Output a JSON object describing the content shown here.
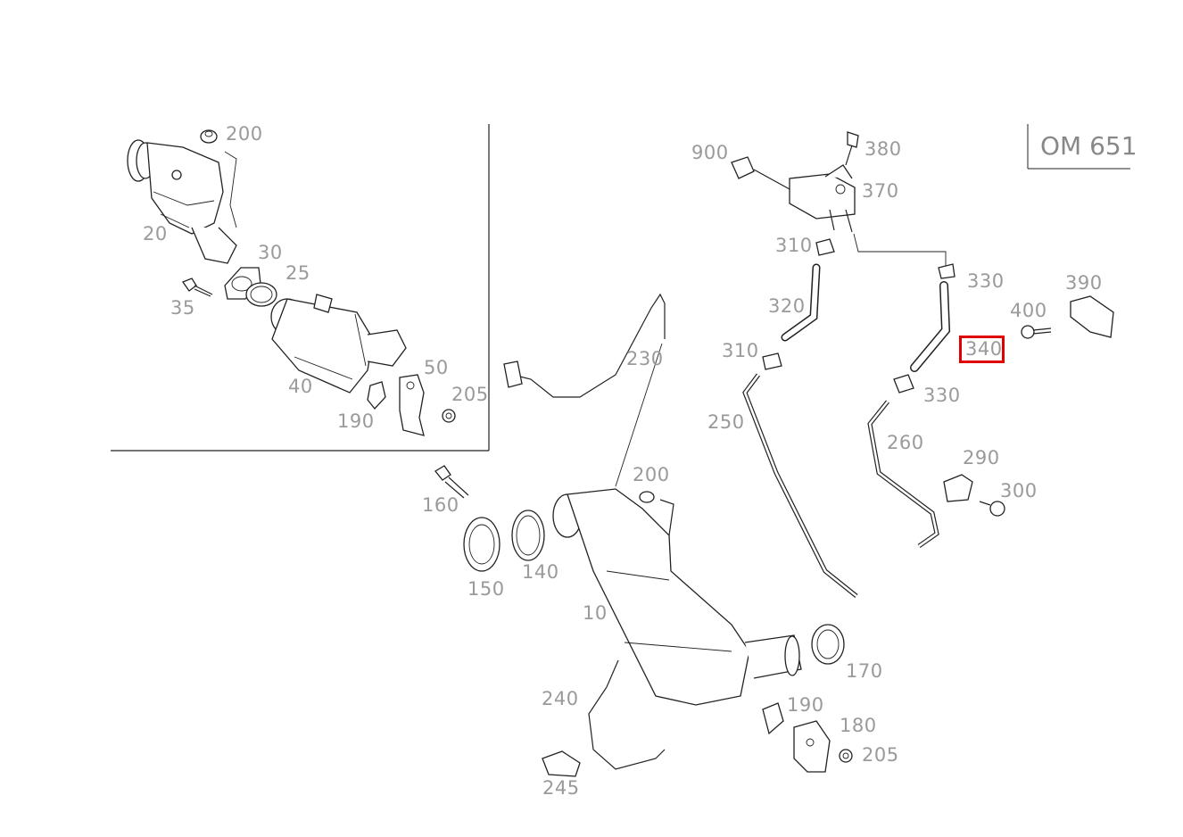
{
  "diagram": {
    "engine_label": "OM 651",
    "highlight_color": "#e00000",
    "selected_callout": "340",
    "callouts": {
      "p200_inset": "200",
      "p20": "20",
      "p30": "30",
      "p25": "25",
      "p35": "35",
      "p40": "40",
      "p50": "50",
      "p205_inset": "205",
      "p190_inset": "190",
      "p900": "900",
      "p380": "380",
      "p370": "370",
      "p310_top": "310",
      "p330_top": "330",
      "p390": "390",
      "p320": "320",
      "p400": "400",
      "p310_mid": "310",
      "p340": "340",
      "p330_mid": "330",
      "p230": "230",
      "p250": "250",
      "p260": "260",
      "p290": "290",
      "p300": "300",
      "p200": "200",
      "p160": "160",
      "p150": "150",
      "p140": "140",
      "p10": "10",
      "p170": "170",
      "p240": "240",
      "p190": "190",
      "p180": "180",
      "p205": "205",
      "p245": "245"
    }
  }
}
